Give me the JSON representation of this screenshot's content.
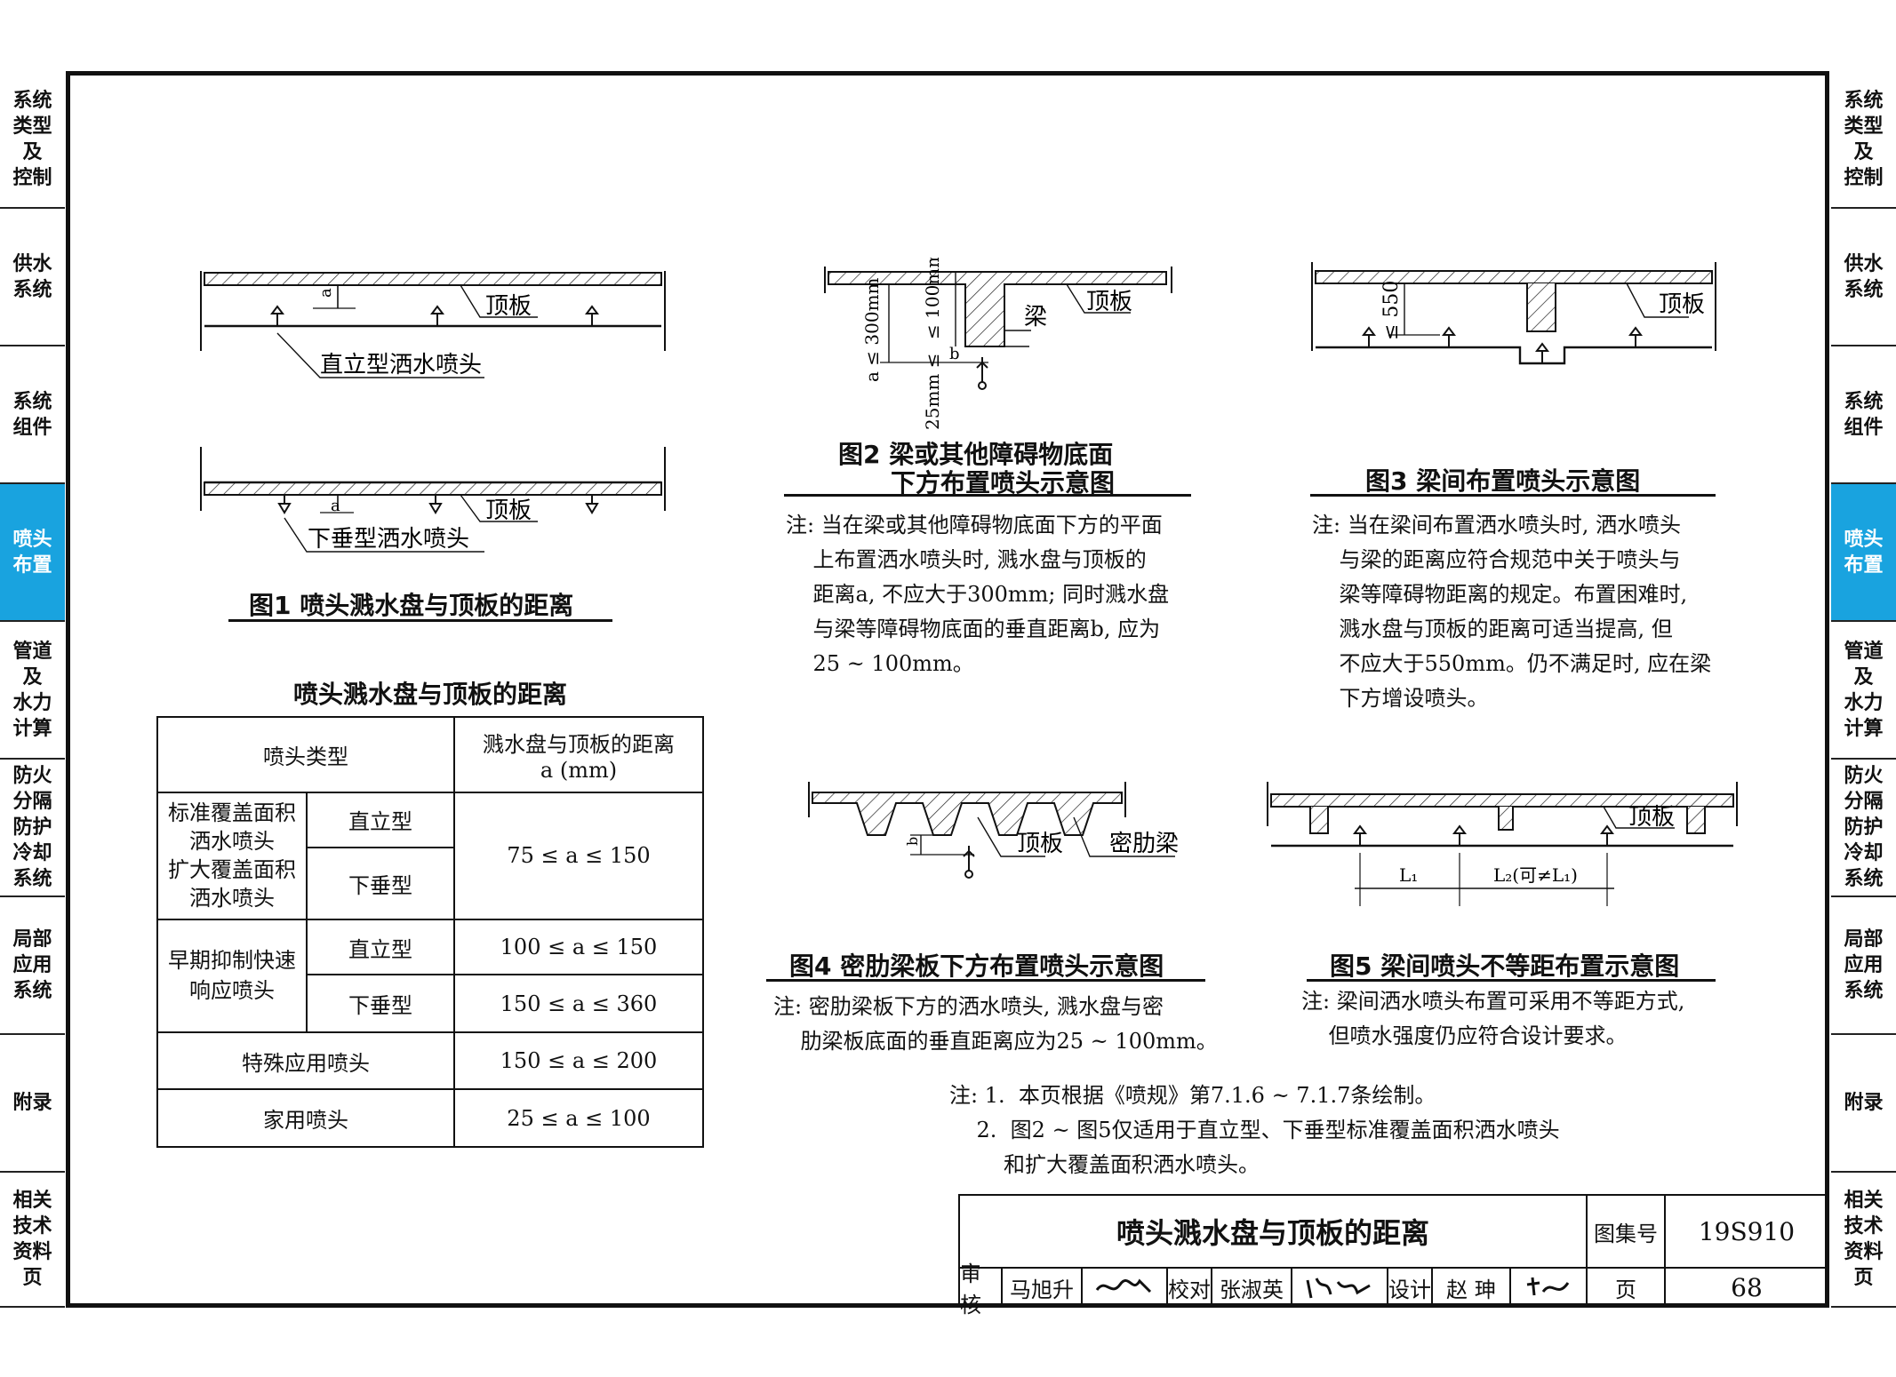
{
  "left_tabs": [
    "系统\n类型\n及\n控制",
    "供水\n系统",
    "系统\n组件",
    "喷头\n布置",
    "管道\n及\n水力\n计算",
    "防火\n分隔\n防护\n冷却\n系统",
    "局部\n应用\n系统",
    "附录",
    "相关\n技术\n资料\n页"
  ],
  "right_tabs": [
    "系统\n类型\n及\n控制",
    "供水\n系统",
    "系统\n组件",
    "喷头\n布置",
    "管道\n及\n水力\n计算",
    "防火\n分隔\n防护\n冷却\n系统",
    "局部\n应用\n系统",
    "附录",
    "相关\n技术\n资料\n页"
  ],
  "active_tab": "喷头\n布置",
  "accent_color": "#19a3df",
  "fig1": {
    "label_ceiling": "顶板",
    "label_upright": "直立型洒水喷头",
    "label_pendent": "下垂型洒水喷头",
    "dim_a": "a",
    "caption": "图1  喷头溅水盘与顶板的距离"
  },
  "fig2": {
    "label_beam": "梁",
    "label_ceiling": "顶板",
    "dim_a": "a ≤ 300mm",
    "dim_beam": "≤ 100mm",
    "dim_b": "b",
    "dim_b_range": "25mm ≤",
    "caption_line1": "图2  梁或其他障碍物底面",
    "caption_line2": "下方布置喷头示意图",
    "note": "注: 当在梁或其他障碍物底面下方的平面\n    上布置洒水喷头时, 溅水盘与顶板的\n    距离a, 不应大于300mm; 同时溅水盘\n    与梁等障碍物底面的垂直距离b, 应为\n    25 ~ 100mm。"
  },
  "fig3": {
    "label_ceiling": "顶板",
    "dim": "≤ 550",
    "caption": "图3  梁间布置喷头示意图",
    "note": "注: 当在梁间布置洒水喷头时, 洒水喷头\n    与梁的距离应符合规范中关于喷头与\n    梁等障碍物距离的规定。布置困难时,\n    溅水盘与顶板的距离可适当提高, 但\n    不应大于550mm。仍不满足时, 应在梁\n    下方增设喷头。"
  },
  "fig4": {
    "label_ceiling": "顶板",
    "label_rib": "密肋梁",
    "dim_b": "b",
    "caption": "图4  密肋梁板下方布置喷头示意图",
    "note": "注: 密肋梁板下方的洒水喷头, 溅水盘与密\n    肋梁板底面的垂直距离应为25 ~ 100mm。"
  },
  "fig5": {
    "label_ceiling": "顶板",
    "dim_l1": "L₁",
    "dim_l2": "L₂(可≠L₁)",
    "caption": "图5  梁间喷头不等距布置示意图",
    "note": "注: 梁间洒水喷头布置可采用不等距方式,\n    但喷水强度仍应符合设计要求。"
  },
  "table": {
    "title": "喷头溅水盘与顶板的距离",
    "header_type": "喷头类型",
    "header_dist_line1": "溅水盘与顶板的距离",
    "header_dist_line2": "a (mm)",
    "rows": {
      "std_name": "标准覆盖面积\n洒水喷头\n扩大覆盖面积\n洒水喷头",
      "std_upright": "直立型",
      "std_pendent": "下垂型",
      "std_value": "75 ≤ a ≤ 150",
      "esfr_name": "早期抑制快速\n响应喷头",
      "esfr_upright": "直立型",
      "esfr_upright_value": "100 ≤ a ≤ 150",
      "esfr_pendent": "下垂型",
      "esfr_pendent_value": "150 ≤ a ≤ 360",
      "special_name": "特殊应用喷头",
      "special_value": "150 ≤ a ≤ 200",
      "home_name": "家用喷头",
      "home_value": "25 ≤ a ≤ 100"
    }
  },
  "page_notes": "注: 1.  本页根据《喷规》第7.1.6 ~ 7.1.7条绘制。\n    2.  图2 ~ 图5仅适用于直立型、下垂型标准覆盖面积洒水喷头\n        和扩大覆盖面积洒水喷头。",
  "title_block": {
    "title": "喷头溅水盘与顶板的距离",
    "atlas_label": "图集号",
    "atlas_no": "19S910",
    "review_label": "审核",
    "reviewer": "马旭升",
    "check_label": "校对",
    "checker": "张淑英",
    "design_label": "设计",
    "designer": "赵 珅",
    "page_label": "页",
    "page_no": "68"
  }
}
